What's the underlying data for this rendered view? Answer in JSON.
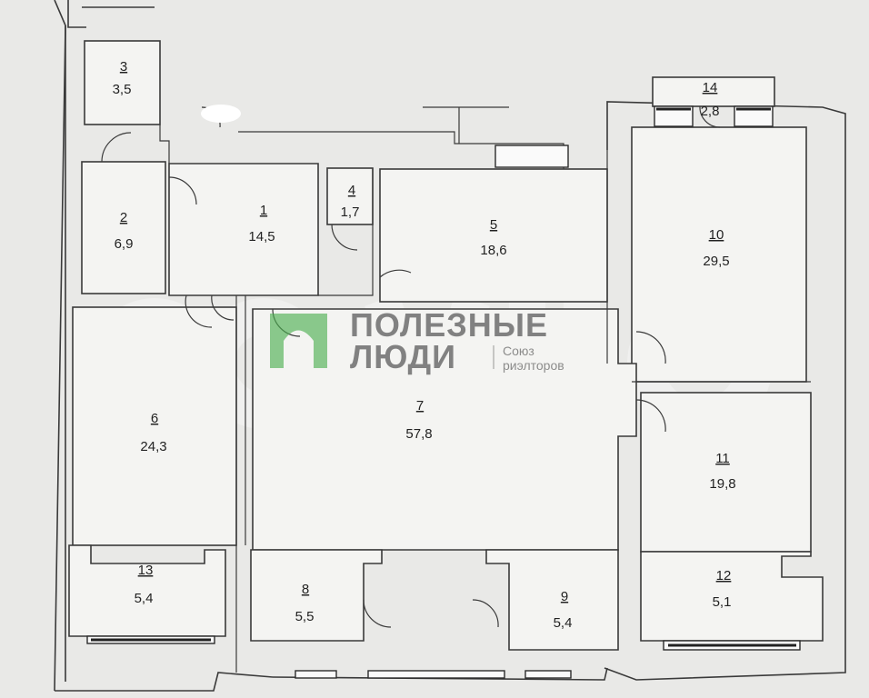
{
  "plan": {
    "rooms": [
      {
        "id": "3",
        "number": "3",
        "area": "3,5"
      },
      {
        "id": "2",
        "number": "2",
        "area": "6,9"
      },
      {
        "id": "1",
        "number": "1",
        "area": "14,5"
      },
      {
        "id": "4",
        "number": "4",
        "area": "1,7"
      },
      {
        "id": "5",
        "number": "5",
        "area": "18,6"
      },
      {
        "id": "14",
        "number": "14",
        "area": "2,8"
      },
      {
        "id": "10",
        "number": "10",
        "area": "29,5"
      },
      {
        "id": "6",
        "number": "6",
        "area": "24,3"
      },
      {
        "id": "7",
        "number": "7",
        "area": "57,8"
      },
      {
        "id": "11",
        "number": "11",
        "area": "19,8"
      },
      {
        "id": "13",
        "number": "13",
        "area": "5,4"
      },
      {
        "id": "8",
        "number": "8",
        "area": "5,5"
      },
      {
        "id": "9",
        "number": "9",
        "area": "5,4"
      },
      {
        "id": "12",
        "number": "12",
        "area": "5,1"
      }
    ]
  },
  "watermark": {
    "line1": "ПОЛЕЗНЫЕ",
    "line2": "ЛЮДИ",
    "sub1": "Союз",
    "sub2": "риэлторов",
    "logo_color": "#4caf50"
  }
}
